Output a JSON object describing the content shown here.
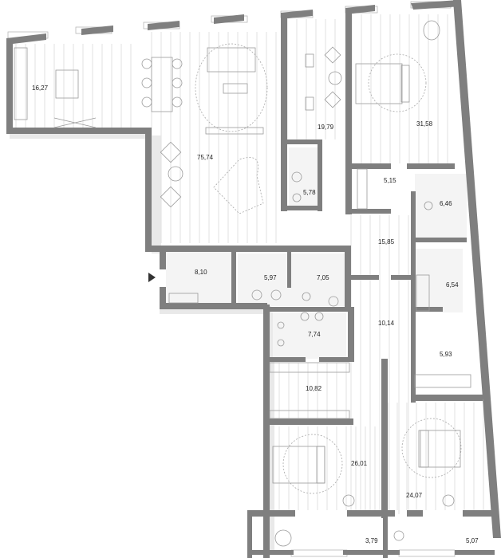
{
  "plan": {
    "type": "apartment floor plan",
    "entrance_marker": "entrance-arrow",
    "rooms": [
      {
        "id": "kitchen",
        "area": "16,27"
      },
      {
        "id": "living-dining",
        "area": "75,74"
      },
      {
        "id": "study",
        "area": "19,79"
      },
      {
        "id": "master-bedroom",
        "area": "31,58"
      },
      {
        "id": "bathroom-small",
        "area": "5,78"
      },
      {
        "id": "closet-master",
        "area": "5,15"
      },
      {
        "id": "bathroom-master",
        "area": "6,46"
      },
      {
        "id": "hall-upper",
        "area": "15,85"
      },
      {
        "id": "bathroom-right",
        "area": "6,54"
      },
      {
        "id": "entry-hall",
        "area": "8,10"
      },
      {
        "id": "laundry",
        "area": "5,97"
      },
      {
        "id": "wc",
        "area": "7,05"
      },
      {
        "id": "bathroom-lower",
        "area": "7,74"
      },
      {
        "id": "hall-lower",
        "area": "10,14"
      },
      {
        "id": "closet-right",
        "area": "5,93"
      },
      {
        "id": "dressing-room",
        "area": "10,82"
      },
      {
        "id": "bedroom-left",
        "area": "26,01"
      },
      {
        "id": "bedroom-right",
        "area": "24,07"
      },
      {
        "id": "balcony-left",
        "area": "3,79"
      },
      {
        "id": "balcony-right",
        "area": "5,07"
      }
    ]
  }
}
